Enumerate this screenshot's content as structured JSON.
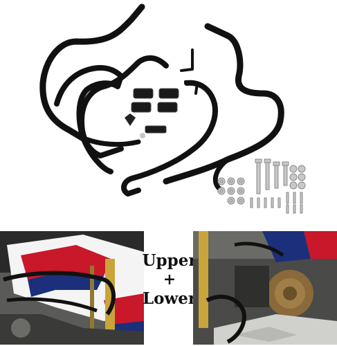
{
  "caption": {
    "line1": "Upper",
    "line2": "+",
    "line3": "Lower"
  },
  "colors": {
    "background": "#ffffff",
    "bar_black": "#111111",
    "hardware_silver": "#c8c8c8",
    "fairing_white": "#f4f4f4",
    "fairing_red": "#c8182a",
    "fairing_blue": "#1c2f7a",
    "fork_gold": "#c9a43a"
  },
  "icons": [
    "crash-bar-upper",
    "crash-bar-lower",
    "mounting-bracket",
    "bolt-kit"
  ]
}
